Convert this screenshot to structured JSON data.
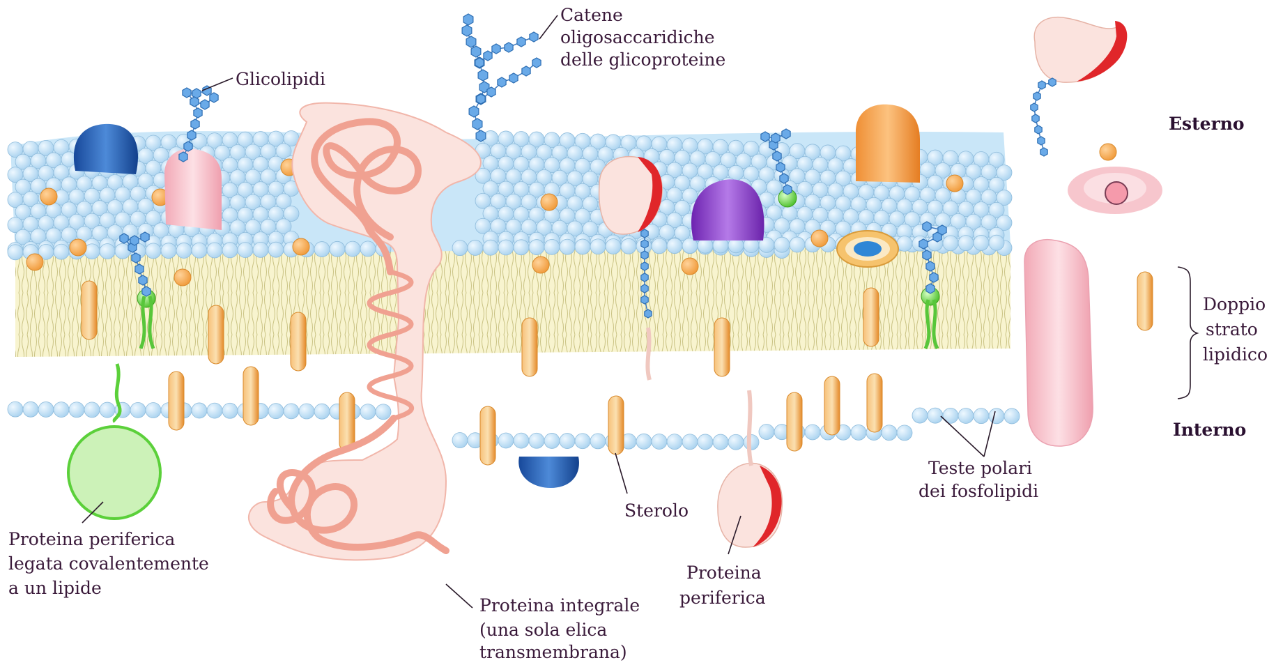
{
  "labels": {
    "glicolipidi": "Glicolipidi",
    "catene_1": "Catene",
    "catene_2": "oligosaccaridiche",
    "catene_3": "delle glicoproteine",
    "esterno": "Esterno",
    "interno": "Interno",
    "doppio_1": "Doppio",
    "doppio_2": "strato",
    "doppio_3": "lipidico",
    "teste_1": "Teste polari",
    "teste_2": "dei fosfolipidi",
    "sterolo": "Sterolo",
    "periferica_1": "Proteina",
    "periferica_2": "periferica",
    "integrale_1": "Proteina integrale",
    "integrale_2": "(una sola elica",
    "integrale_3": "transmembrana)",
    "lipide_1": "Proteina periferica",
    "lipide_2": "legata covalentemente",
    "lipide_3": "a un lipide"
  },
  "colors": {
    "head": "#c2e2f6",
    "head_stroke": "#8fbcdc",
    "tails": "#f6f1c4",
    "sterol": "#f2a84a",
    "integral_protein": "#fbe2dd",
    "helix": "#f0a090",
    "glyco_chain": "#5d9fdc",
    "green_anchor": "#6fd64a",
    "blue_protein": "#1f5fb0",
    "purple_protein": "#8a3fc8",
    "orange_protein": "#f5a24e",
    "pink_protein": "#f6bcc8",
    "red_accent": "#e0262a"
  }
}
